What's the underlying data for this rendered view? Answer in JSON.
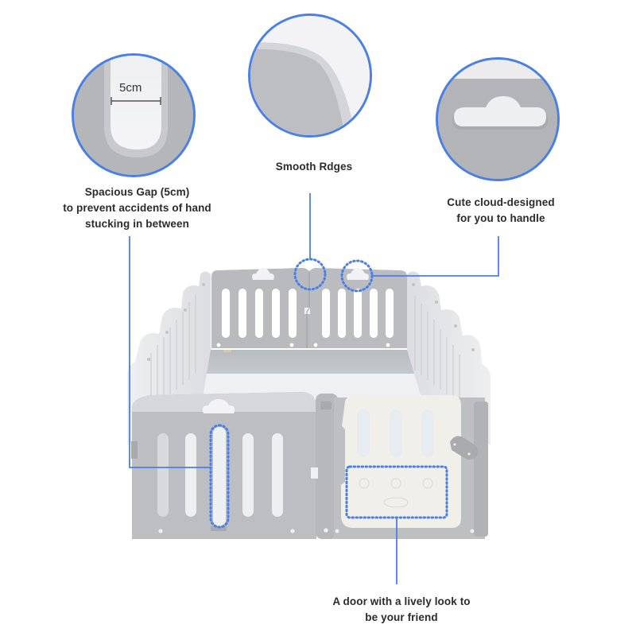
{
  "callouts": {
    "gap": {
      "measure_label": "5cm",
      "title": "Spacious Gap (5cm)",
      "line2": "to prevent accidents of hand",
      "line3": "stucking in between"
    },
    "edges": {
      "title": "Smooth Rdges"
    },
    "cloud": {
      "line1": "Cute cloud-designed",
      "line2": "for you to handle"
    },
    "door": {
      "line1": "A door with a lively look to",
      "line2": "be your friend"
    }
  },
  "colors": {
    "accent_blue": "#4a7fe6",
    "panel_grey": "#b8b9bc",
    "panel_light": "#e9eaec",
    "door_cream": "#f1efea",
    "text": "#2b2b2b"
  }
}
